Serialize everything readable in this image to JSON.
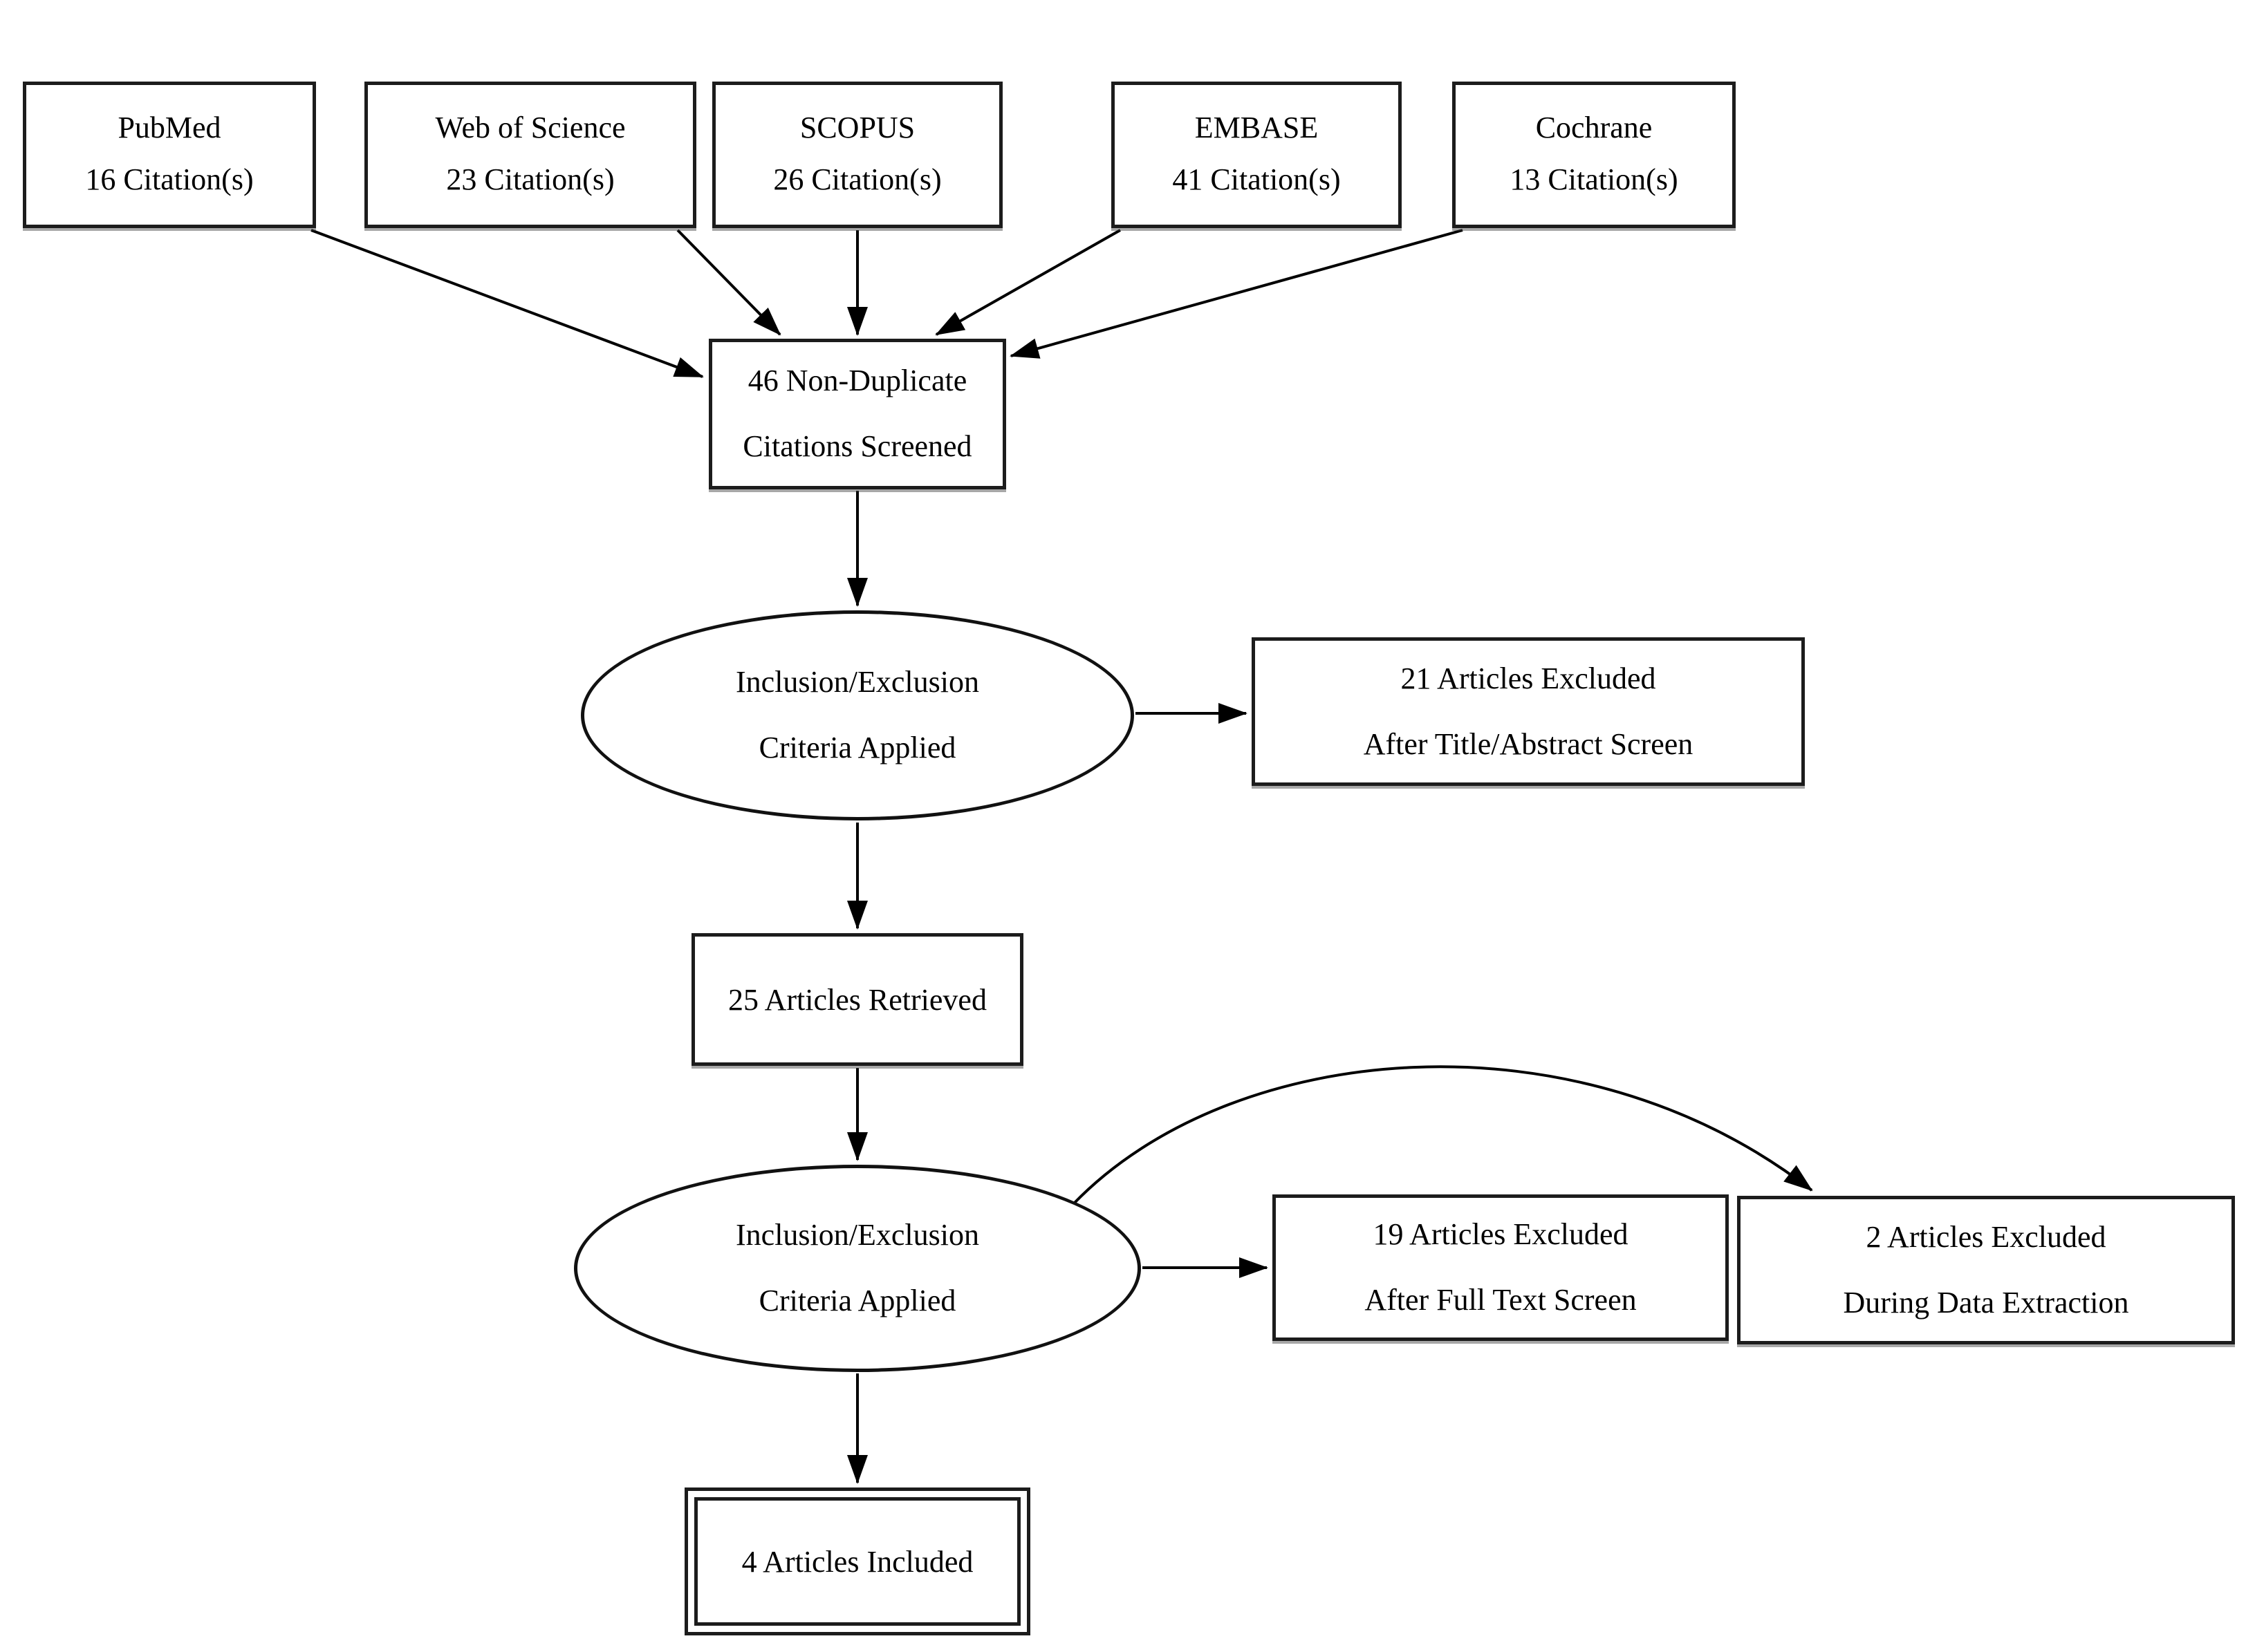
{
  "diagram": {
    "sources": [
      {
        "name": "PubMed",
        "citations": "16 Citation(s)"
      },
      {
        "name": "Web of Science",
        "citations": "23 Citation(s)"
      },
      {
        "name": "SCOPUS",
        "citations": "26 Citation(s)"
      },
      {
        "name": "EMBASE",
        "citations": "41 Citation(s)"
      },
      {
        "name": "Cochrane",
        "citations": "13 Citation(s)"
      }
    ],
    "screened": {
      "line1": "46 Non-Duplicate",
      "line2": "Citations Screened"
    },
    "criteria_first": {
      "line1": "Inclusion/Exclusion",
      "line2": "Criteria Applied"
    },
    "excluded_title_abstract": {
      "line1": "21 Articles Excluded",
      "line2": "After Title/Abstract Screen"
    },
    "retrieved": "25 Articles Retrieved",
    "criteria_second": {
      "line1": "Inclusion/Exclusion",
      "line2": "Criteria Applied"
    },
    "excluded_full_text": {
      "line1": "19 Articles Excluded",
      "line2": "After Full Text Screen"
    },
    "excluded_data_extraction": {
      "line1": "2 Articles Excluded",
      "line2": "During Data Extraction"
    },
    "included": "4 Articles Included",
    "colors": {
      "line": "#000000",
      "border": "#1c1c1c",
      "background": "#ffffff",
      "text": "#000000"
    }
  }
}
